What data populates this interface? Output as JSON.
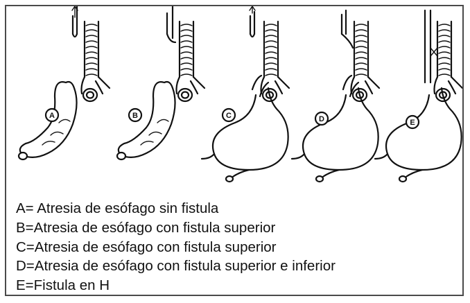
{
  "figure": {
    "panels": [
      {
        "id": "A",
        "label": "A"
      },
      {
        "id": "B",
        "label": "B"
      },
      {
        "id": "C",
        "label": "C"
      },
      {
        "id": "D",
        "label": "D"
      },
      {
        "id": "E",
        "label": "E"
      }
    ]
  },
  "legend": [
    "A= Atresia de esófago sin fistula",
    "B=Atresia de esófago con fistula superior",
    "C=Atresia de esófago con fistula superior",
    "D=Atresia de esófago con fistula superior e inferior",
    "E=Fistula en H"
  ],
  "colors": {
    "ink": "#111111",
    "border": "#4a4a4a",
    "background": "#ffffff"
  }
}
